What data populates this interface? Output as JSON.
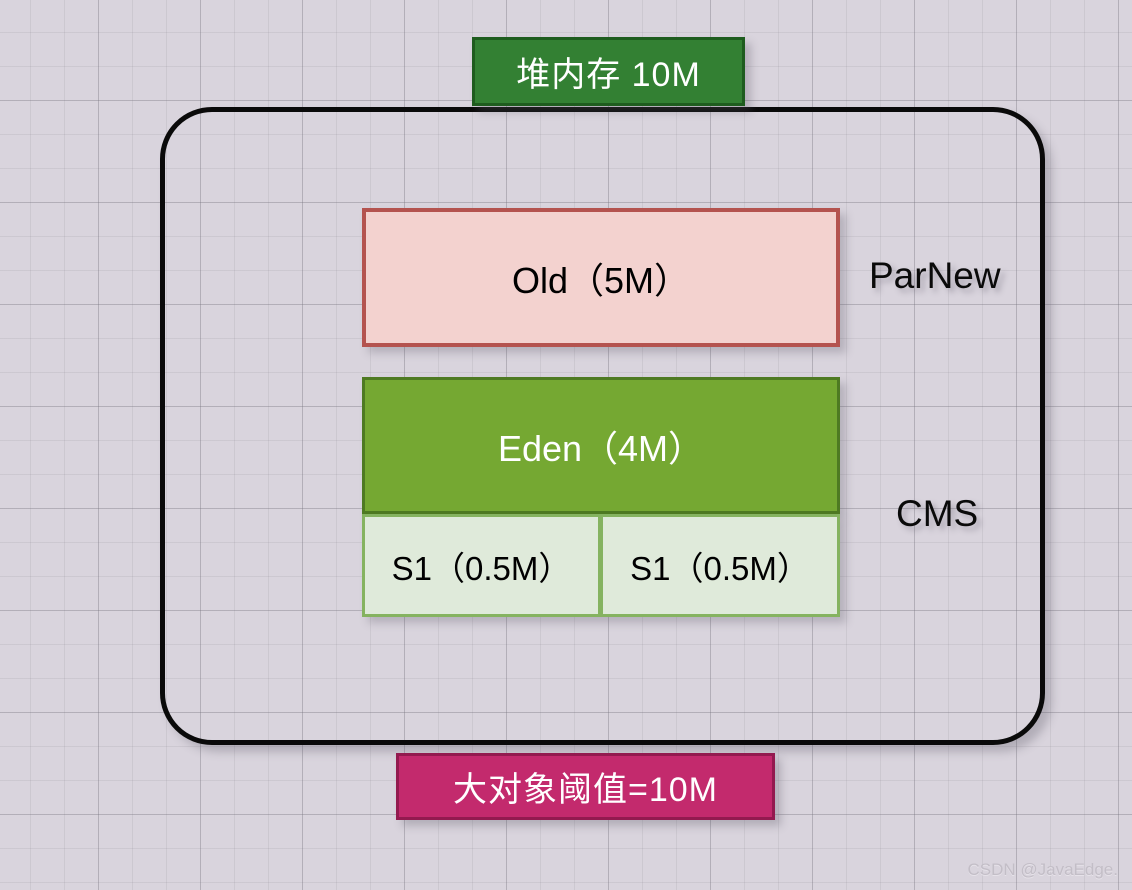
{
  "diagram": {
    "title_badge": {
      "label": "堆内存 10M",
      "bg_color": "#338033",
      "border_color": "#1e5c1e",
      "text_color": "#ffffff"
    },
    "threshold_badge": {
      "label": "大对象阈值=10M",
      "bg_color": "#c32a6d",
      "border_color": "#931a4f",
      "text_color": "#ffffff"
    },
    "regions": [
      {
        "name": "old-generation",
        "label": "Old（5M）",
        "size": "5M",
        "bg_color": "#f3d2cf",
        "border_color": "#b4534f",
        "text_color": "#000000"
      },
      {
        "name": "eden",
        "label": "Eden（4M）",
        "size": "4M",
        "bg_color": "#75a832",
        "border_color": "#4e7a22",
        "text_color": "#ffffff"
      },
      {
        "name": "survivor-1",
        "label": "S1（0.5M）",
        "size": "0.5M",
        "bg_color": "#dfeada",
        "border_color": "#85b360",
        "text_color": "#000000"
      },
      {
        "name": "survivor-2",
        "label": "S1（0.5M）",
        "size": "0.5M",
        "bg_color": "#dfeada",
        "border_color": "#85b360",
        "text_color": "#000000"
      }
    ],
    "collectors": [
      {
        "name": "young-gen-collector",
        "label": "ParNew"
      },
      {
        "name": "old-gen-collector",
        "label": "CMS"
      }
    ],
    "heap_outline": {
      "stroke_color": "#0a0a0a",
      "background_color": "#d9d4dd"
    },
    "watermark": "CSDN @JavaEdge."
  }
}
